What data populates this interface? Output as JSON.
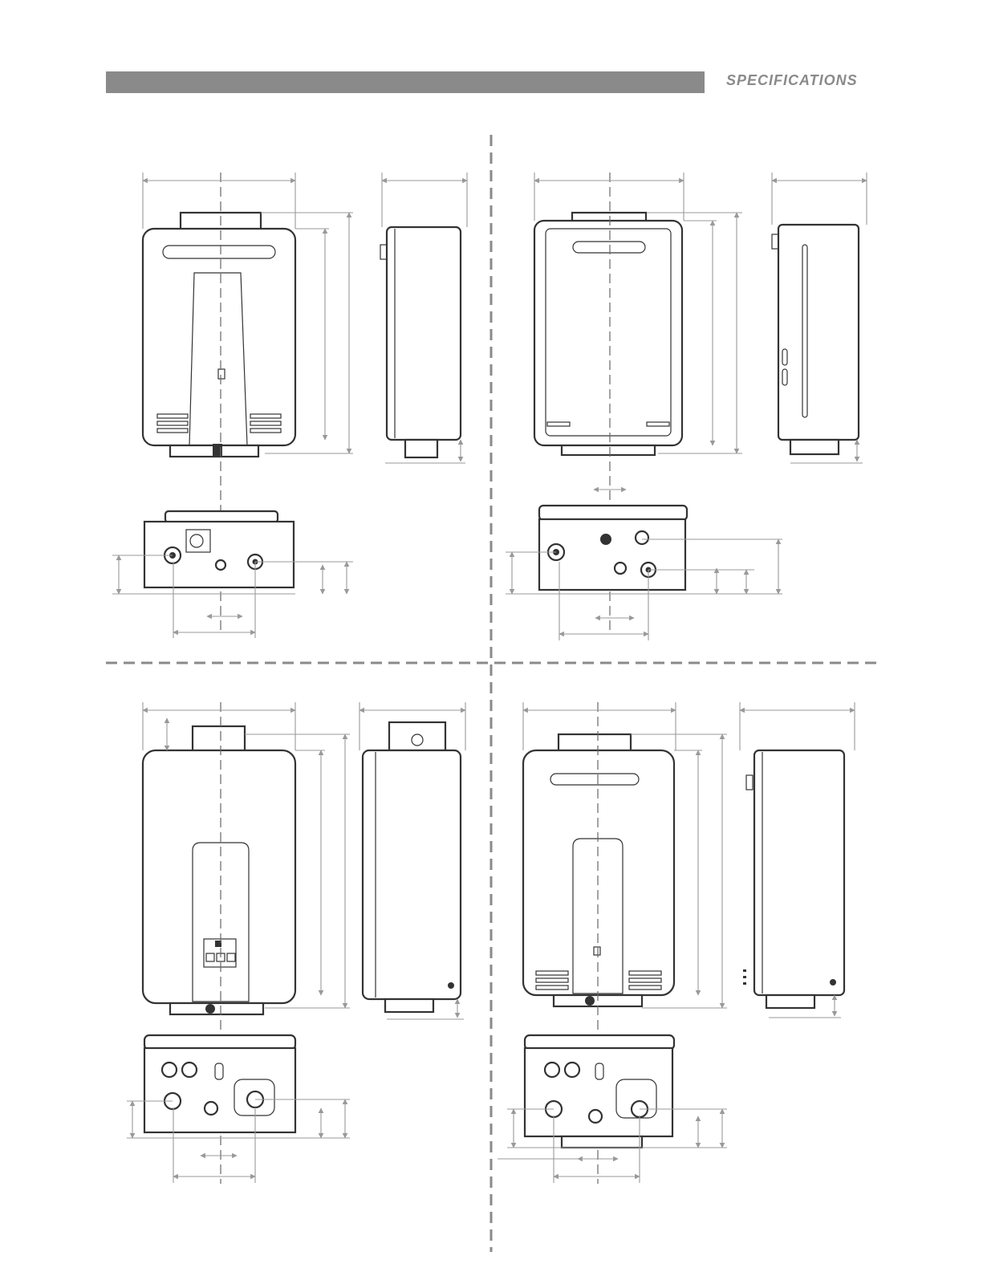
{
  "header": {
    "title": "SPECIFICATIONS",
    "bar_color": "#8a8a8a"
  },
  "quadrants": [
    {
      "position": "top-left",
      "views": [
        "front",
        "side",
        "bottom"
      ]
    },
    {
      "position": "top-right",
      "views": [
        "front",
        "side",
        "bottom"
      ]
    },
    {
      "position": "bottom-left",
      "views": [
        "front",
        "side",
        "bottom"
      ]
    },
    {
      "position": "bottom-right",
      "views": [
        "front",
        "side",
        "bottom"
      ]
    }
  ],
  "icons": [
    "water-heater-front-icon",
    "water-heater-side-icon",
    "water-heater-bottom-icon"
  ]
}
